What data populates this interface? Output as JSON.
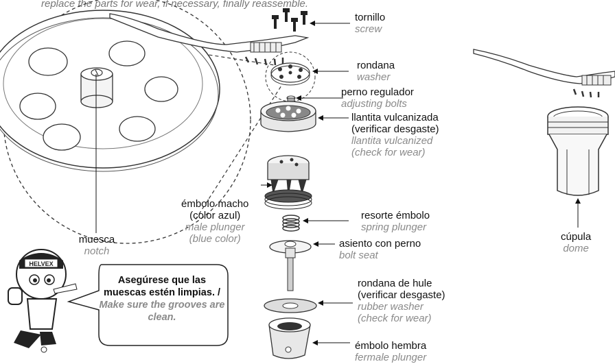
{
  "header": {
    "instruction": "replace the parts for wear, if necessary, finally reassemble."
  },
  "labels": {
    "screw": {
      "es": "tornillo",
      "en": "screw"
    },
    "washer": {
      "es": "rondana",
      "en": "washer"
    },
    "adjusting_bolt": {
      "es": "perno regulador",
      "en": "adjusting bolts"
    },
    "vulcanized": {
      "es1": "llantita vulcanizada",
      "es2": "(verificar desgaste)",
      "en1": "llantita vulcanized",
      "en2": "(check for wear)"
    },
    "male_plunger": {
      "es1": "émbolo macho",
      "es2": "(color azul)",
      "en1": "male plunger",
      "en2": "(blue color)"
    },
    "spring": {
      "es": "resorte émbolo",
      "en": "spring plunger"
    },
    "seat": {
      "es": "asiento con perno",
      "en": "bolt seat"
    },
    "rubber_washer": {
      "es1": "rondana de hule",
      "es2": "(verificar desgaste)",
      "en1": "rubber washer",
      "en2": "(check for wear)"
    },
    "female_plunger": {
      "es": "émbolo hembra",
      "en": "fermale plunger"
    },
    "dome": {
      "es": "cúpula",
      "en": "dome"
    },
    "notch": {
      "es": "muesca",
      "en": "notch"
    }
  },
  "callout": {
    "es": "Asegúrese que las muescas estén limpias. / ",
    "en": "Make sure the grooves are clean."
  },
  "mascot": {
    "badge": "HELVEX"
  }
}
